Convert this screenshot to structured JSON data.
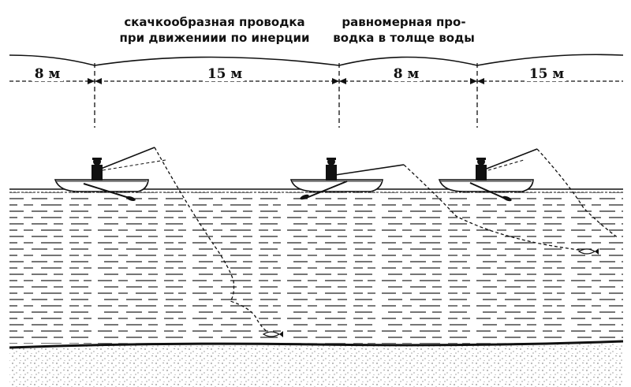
{
  "captions": {
    "jerky_line1": "скачкообразная проводка",
    "jerky_line2": "при движениии по инерции",
    "uniform_line1": "равномерная про-",
    "uniform_line2": "водка в толще воды"
  },
  "distances": [
    "8 м",
    "15 м",
    "8 м",
    "15 м"
  ]
}
